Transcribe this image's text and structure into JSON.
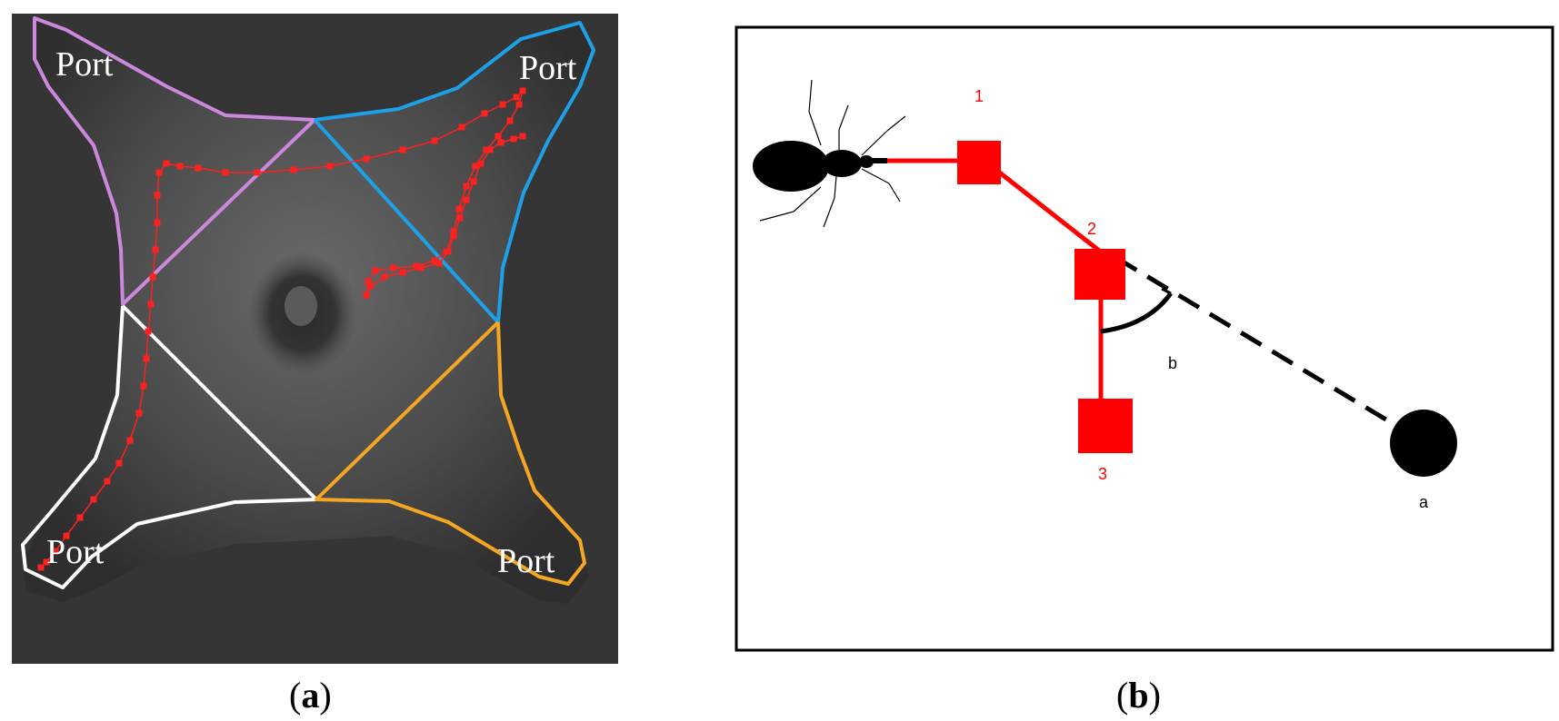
{
  "panel_a": {
    "port_labels": [
      "Port",
      "Port",
      "Port",
      "Port"
    ],
    "zone_colors": {
      "top_left": "#cc88dd",
      "top_right": "#1ea0e6",
      "bottom_left": "#ffffff",
      "bottom_right": "#f5a623"
    },
    "track_color": "#ff2020",
    "background_color": "#3a3a3a",
    "caption_open": "(",
    "caption_letter": "a",
    "caption_close": ")"
  },
  "panel_b": {
    "point_labels": [
      "1",
      "2",
      "3"
    ],
    "angle_label": "b",
    "target_label": "a",
    "marker_color": "#ff0000",
    "caption_open": "(",
    "caption_letter": "b",
    "caption_close": ")"
  }
}
